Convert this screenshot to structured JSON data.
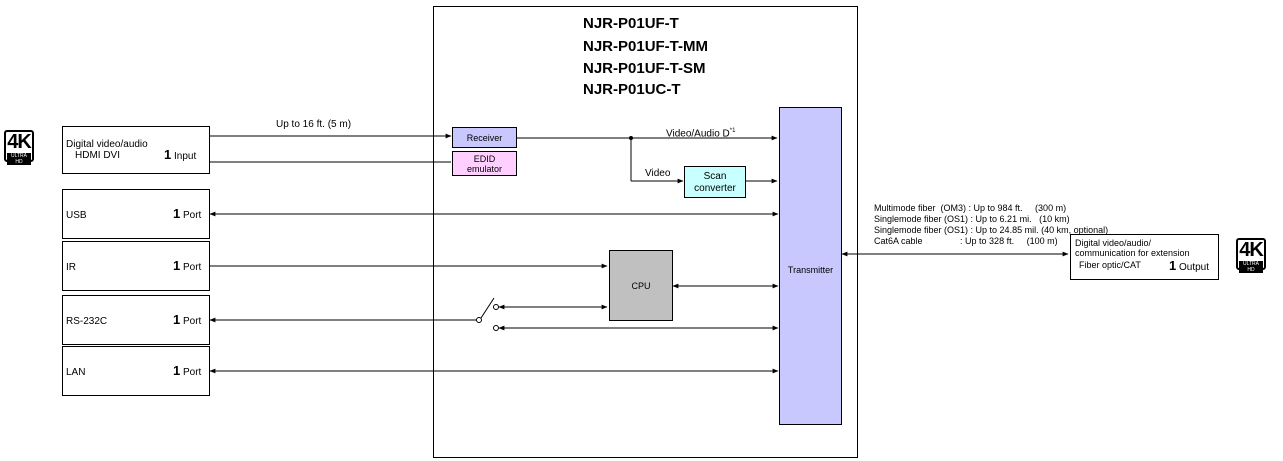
{
  "models": [
    "NJR-P01UF-T",
    "NJR-P01UF-T-MM",
    "NJR-P01UF-T-SM",
    "NJR-P01UC-T"
  ],
  "badges": {
    "left": {
      "big": "4K",
      "small": "ULTRA HD"
    },
    "right": {
      "big": "4K",
      "small": "ULTRA HD"
    }
  },
  "input": {
    "line1": "Digital video/audio",
    "line2": "HDMI  DVI",
    "count": "1",
    "unit": "Input"
  },
  "cable_length": "Up to 16 ft. (5 m)",
  "ports": [
    {
      "name": "USB",
      "count": "1",
      "unit": "Port"
    },
    {
      "name": "IR",
      "count": "1",
      "unit": "Port"
    },
    {
      "name": "RS-232C",
      "count": "1",
      "unit": "Port"
    },
    {
      "name": "LAN",
      "count": "1",
      "unit": "Port"
    }
  ],
  "blocks": {
    "receiver": "Receiver",
    "edid_1": "EDID",
    "edid_2": "emulator",
    "scan_1": "Scan",
    "scan_2": "converter",
    "cpu": "CPU",
    "transmitter": "Transmitter"
  },
  "signals": {
    "video_audio": "Video/Audio D",
    "video_audio_sup": "*1",
    "video": "Video"
  },
  "specs": [
    "Multimode fiber  (OM3) : Up to 984 ft.     (300 m)",
    "Singlemode fiber (OS1) : Up to 6.21 mi.   (10 km)",
    "Singlemode fiber (OS1) : Up to 24.85 mil. (40 km, optional)",
    "Cat6A cable               : Up to 328 ft.     (100 m)"
  ],
  "output": {
    "line1": "Digital video/audio/",
    "line2": "communication for extension",
    "line3": "Fiber optic/CAT",
    "count": "1",
    "unit": "Output"
  },
  "colors": {
    "receiver": "#c8c8ff",
    "edid": "#ffd0ff",
    "scan": "#c8ffff",
    "cpu": "#c0c0c0",
    "transmitter": "#c8c8ff"
  }
}
